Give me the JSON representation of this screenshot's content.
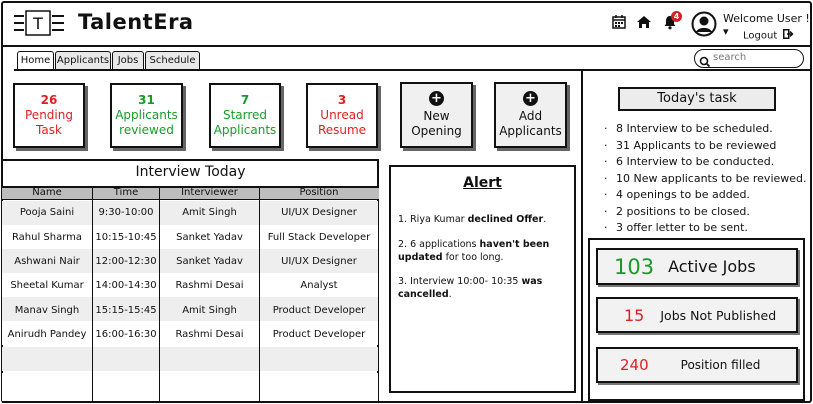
{
  "app": {
    "brand": "TalentEra",
    "logo_letter": "T"
  },
  "header": {
    "welcome": "Welcome User ! ▾",
    "logout": "Logout",
    "notification_count": "4",
    "icons": [
      "calendar-icon",
      "home-icon",
      "bell-icon",
      "user-avatar-icon",
      "logout-icon"
    ]
  },
  "tabs": [
    {
      "label": "Home",
      "active": true
    },
    {
      "label": "Applicants"
    },
    {
      "label": "Jobs"
    },
    {
      "label": "Schedule"
    }
  ],
  "search": {
    "placeholder": "search"
  },
  "stats": [
    {
      "num": "26",
      "label": "Pending Task",
      "color": "#e02020"
    },
    {
      "num": "31",
      "label": "Applicants reviewed",
      "color": "#1a9a2a"
    },
    {
      "num": "7",
      "label": "Starred Applicants",
      "color": "#1a9a2a"
    },
    {
      "num": "3",
      "label": "Unread Resume",
      "color": "#e02020"
    }
  ],
  "actions": [
    {
      "label_1": "New",
      "label_2": "Opening"
    },
    {
      "label_1": "Add",
      "label_2": "Applicants"
    }
  ],
  "interview": {
    "title": "Interview Today",
    "columns": [
      "Name",
      "Time",
      "Interviewer",
      "Position"
    ],
    "rows": [
      [
        "Pooja Saini",
        "9:30-10:00",
        "Amit Singh",
        "UI/UX Designer"
      ],
      [
        "Rahul Sharma",
        "10:15-10:45",
        "Sanket Yadav",
        "Full Stack Developer"
      ],
      [
        "Ashwani Nair",
        "12:00-12:30",
        "Sanket Yadav",
        "UI/UX Designer"
      ],
      [
        "Sheetal Kumar",
        "14:00-14:30",
        "Rashmi Desai",
        "Analyst"
      ],
      [
        "Manav Singh",
        "15:15-15:45",
        "Amit Singh",
        "Product Developer"
      ],
      [
        "Anirudh Pandey",
        "16:00-16:30",
        "Rashmi Desai",
        "Product Developer"
      ]
    ]
  },
  "alert": {
    "title": "Alert",
    "items": [
      {
        "pre": "1.  Riya Kumar ",
        "bold": "declined Offer",
        "post": "."
      },
      {
        "pre": "2.  6 applications ",
        "bold": "haven't been updated",
        "post": " for too long."
      },
      {
        "pre": "3.  Interview 10:00- 10:35 ",
        "bold": "was cancelled",
        "post": "."
      }
    ]
  },
  "tasks": {
    "title": "Today's task",
    "items": [
      "8 Interview to be scheduled.",
      "31 Applicants to be reviewed",
      "6 Interview to be conducted.",
      "10 New applicants to be reviewed.",
      "4 openings to be added.",
      "2 positions to be closed.",
      "3 offer letter to be sent."
    ]
  },
  "jobs": [
    {
      "num": "103",
      "label": "Active Jobs",
      "color": "#1a9a2a"
    },
    {
      "num": "15",
      "label": "Jobs Not Published",
      "color": "#e02020"
    },
    {
      "num": "240",
      "label": "Position filled",
      "color": "#e02020"
    }
  ]
}
